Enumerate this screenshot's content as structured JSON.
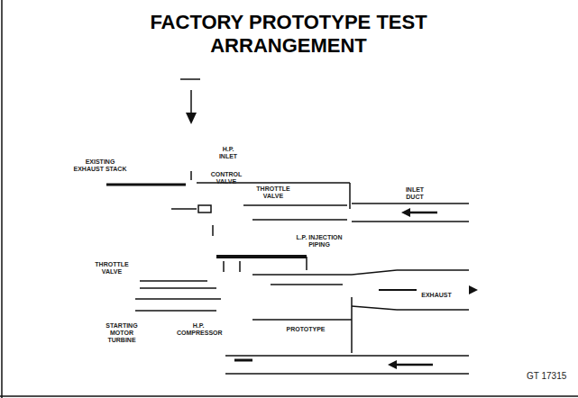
{
  "diagram": {
    "title": "FACTORY PROTOTYPE TEST ARRANGEMENT",
    "labels": [
      "EXISTING EXHAUST STACK",
      "H.P. INLET",
      "CONTROL VALVE",
      "THROTTLE VALVE",
      "INLET DUCT",
      "L.P. INJECTION PIPING",
      "THROTTLE VALVE",
      "EXHAUST",
      "STARTING MOTOR TURBINE",
      "H.P. COMPRESSOR",
      "PROTOTYPE",
      "GT 17315"
    ]
  }
}
